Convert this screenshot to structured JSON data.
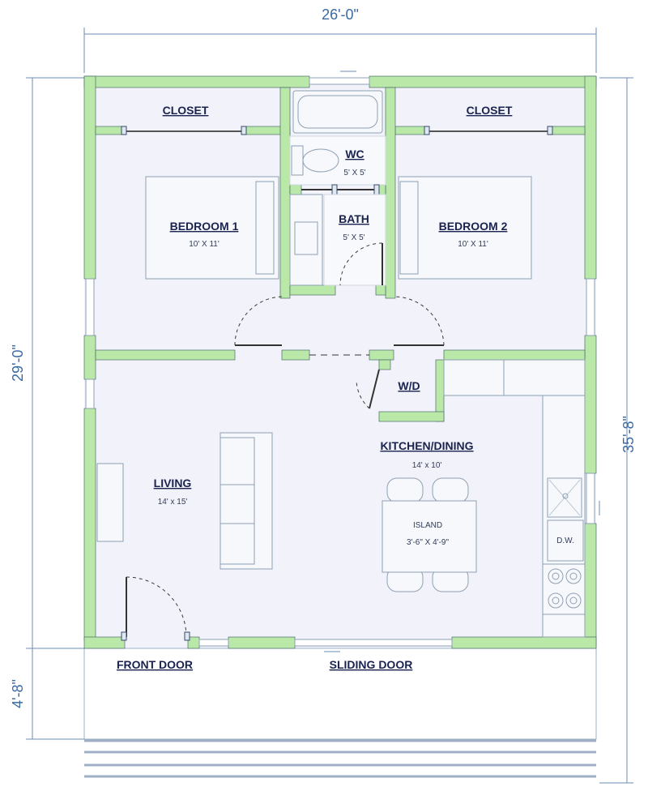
{
  "dimensions": {
    "overall_width": "26'-0\"",
    "house_depth": "29'-0\"",
    "porch_depth": "4'-8\"",
    "overall_depth": "35'-8\""
  },
  "rooms": {
    "closet_left": {
      "name": "CLOSET"
    },
    "closet_right": {
      "name": "CLOSET"
    },
    "wc": {
      "name": "WC",
      "size": "5' X 5'"
    },
    "bath": {
      "name": "BATH",
      "size": "5' X 5'"
    },
    "bedroom1": {
      "name": "BEDROOM 1",
      "size": "10' X 11'"
    },
    "bedroom2": {
      "name": "BEDROOM 2",
      "size": "10' X 11'"
    },
    "wd": {
      "name": "W/D"
    },
    "kitchen": {
      "name": "KITCHEN/DINING",
      "size": "14' x 10'"
    },
    "living": {
      "name": "LIVING",
      "size": "14' x 15'"
    },
    "island": {
      "name": "ISLAND",
      "size": "3'-6\" X 4'-9\""
    },
    "dw": {
      "name": "D.W."
    }
  },
  "labels": {
    "front_door": "FRONT DOOR",
    "sliding_door": "SLIDING DOOR"
  },
  "colors": {
    "wall_fill": "#b9e8a8",
    "floor": "#f2f3fa",
    "text": "#1a2350",
    "dimension": "#3b6aa3"
  }
}
